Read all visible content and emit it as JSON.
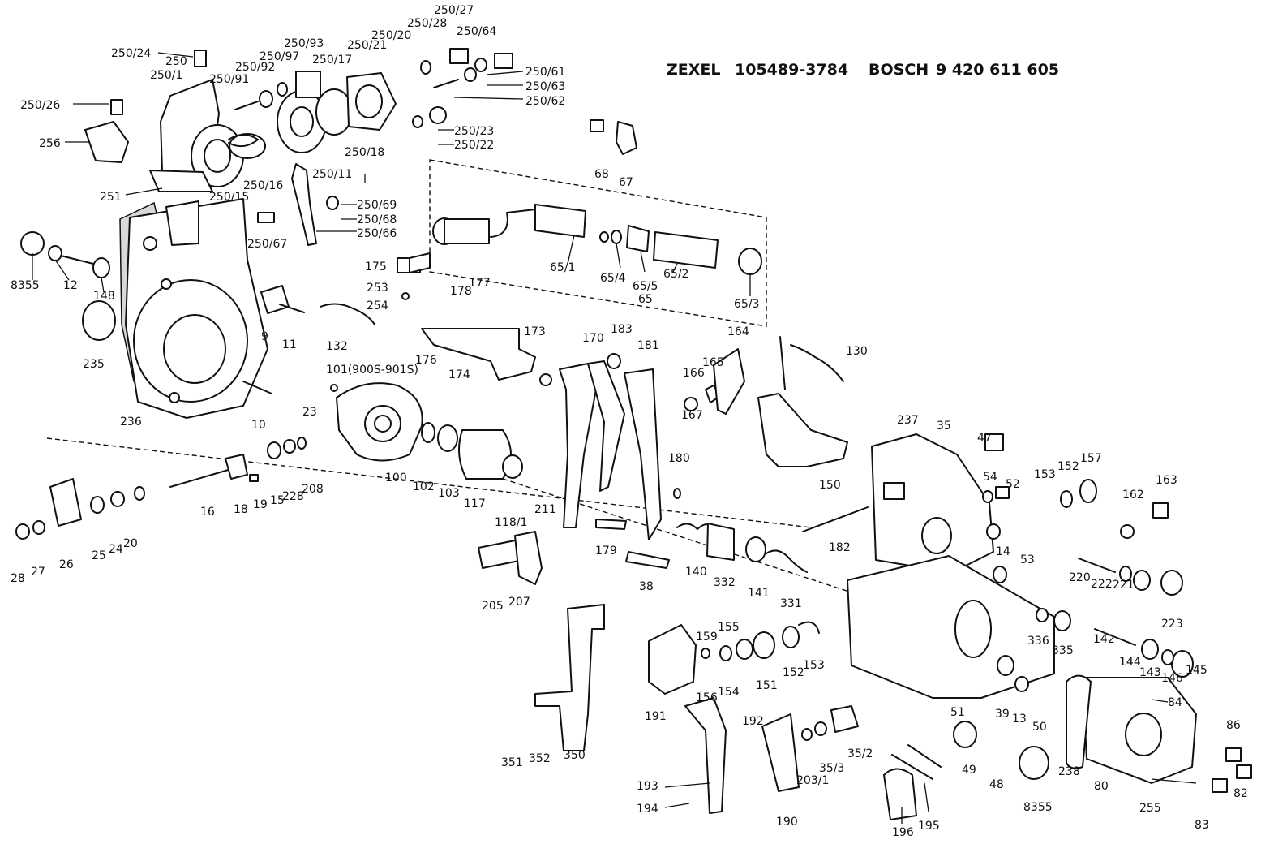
{
  "header": {
    "brand_1": "ZEXEL",
    "part_no_1": "105489-3784",
    "brand_2": "BOSCH",
    "part_no_2": "9 420 611 605"
  },
  "callouts": [
    "250/27",
    "250/28",
    "250/64",
    "250/20",
    "250/21",
    "250/93",
    "250/24",
    "250",
    "250/97",
    "250/17",
    "250/92",
    "250/1",
    "250/91",
    "250/61",
    "250/63",
    "250/62",
    "250/26",
    "250/23",
    "250/22",
    "256",
    "250/18",
    "250/11",
    "250/16",
    "251",
    "250/15",
    "250/69",
    "250/68",
    "250/67",
    "250/66",
    "68",
    "67",
    "8355",
    "12",
    "148",
    "175",
    "253",
    "254",
    "178",
    "177",
    "65/1",
    "65/4",
    "65/5",
    "65/2",
    "65/3",
    "65",
    "9",
    "11",
    "132",
    "235",
    "173",
    "183",
    "170",
    "181",
    "164",
    "130",
    "176",
    "174",
    "101(900S-901S)",
    "166",
    "165",
    "236",
    "10",
    "23",
    "167",
    "100",
    "102",
    "103",
    "117",
    "118/1",
    "180",
    "237",
    "35",
    "47",
    "54",
    "52",
    "153",
    "152",
    "157",
    "162",
    "163",
    "150",
    "211",
    "16",
    "18",
    "19",
    "15",
    "228",
    "208",
    "25",
    "24",
    "20",
    "28",
    "27",
    "26",
    "179",
    "182",
    "14",
    "53",
    "205",
    "207",
    "38",
    "140",
    "332",
    "141",
    "331",
    "220",
    "222",
    "221",
    "223",
    "336",
    "335",
    "159",
    "155",
    "152",
    "153",
    "142",
    "144",
    "143",
    "146",
    "145",
    "39",
    "13",
    "50",
    "191",
    "156",
    "154",
    "151",
    "84",
    "350",
    "351",
    "352",
    "192",
    "35/2",
    "35/3",
    "203/1",
    "51",
    "49",
    "48",
    "8355",
    "238",
    "80",
    "86",
    "82",
    "193",
    "194",
    "190",
    "196",
    "195",
    "255",
    "83"
  ]
}
